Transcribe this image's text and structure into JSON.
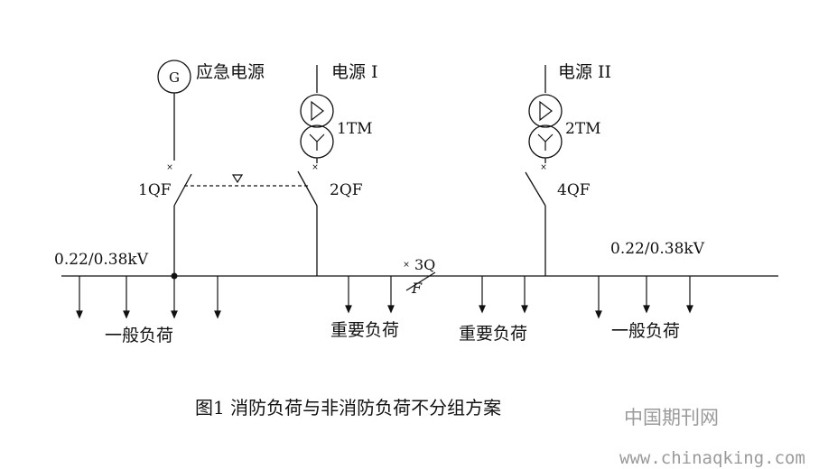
{
  "sources": {
    "emergency": "应急电源",
    "source1": "电源 I",
    "source2": "电源 II",
    "generator_symbol": "G"
  },
  "transformers": {
    "t1": "1TM",
    "t2": "2TM"
  },
  "breakers": {
    "qf1": "1QF",
    "qf2": "2QF",
    "qf3_top": "3Q",
    "qf3_bottom": "F",
    "qf4": "4QF"
  },
  "bus": {
    "left_voltage": "0.22/0.38kV",
    "right_voltage": "0.22/0.38kV"
  },
  "loads": {
    "general_left": "一般负荷",
    "important_left": "重要负荷",
    "important_right": "重要负荷",
    "general_right": "一般负荷"
  },
  "caption": "图1 消防负荷与非消防负荷不分组方案",
  "watermark": {
    "cn": "中国期刊网",
    "url": "www.chinaqking.com"
  }
}
